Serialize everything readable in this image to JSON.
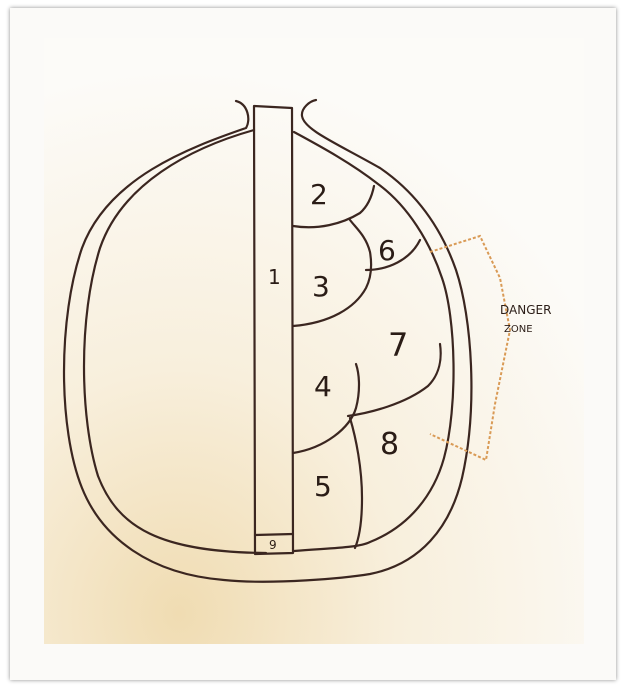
{
  "diagram": {
    "labels": {
      "region_1": "1",
      "region_2": "2",
      "region_3": "3",
      "region_4": "4",
      "region_5": "5",
      "region_6": "6",
      "region_7": "7",
      "region_8": "8",
      "region_9": "9"
    },
    "danger_zone": {
      "line1": "DANGER",
      "line2": "ZONE"
    },
    "colors": {
      "ink": "#3b2620",
      "bracket": "#d99a55",
      "paper_warm": "#f3e2bf"
    }
  }
}
